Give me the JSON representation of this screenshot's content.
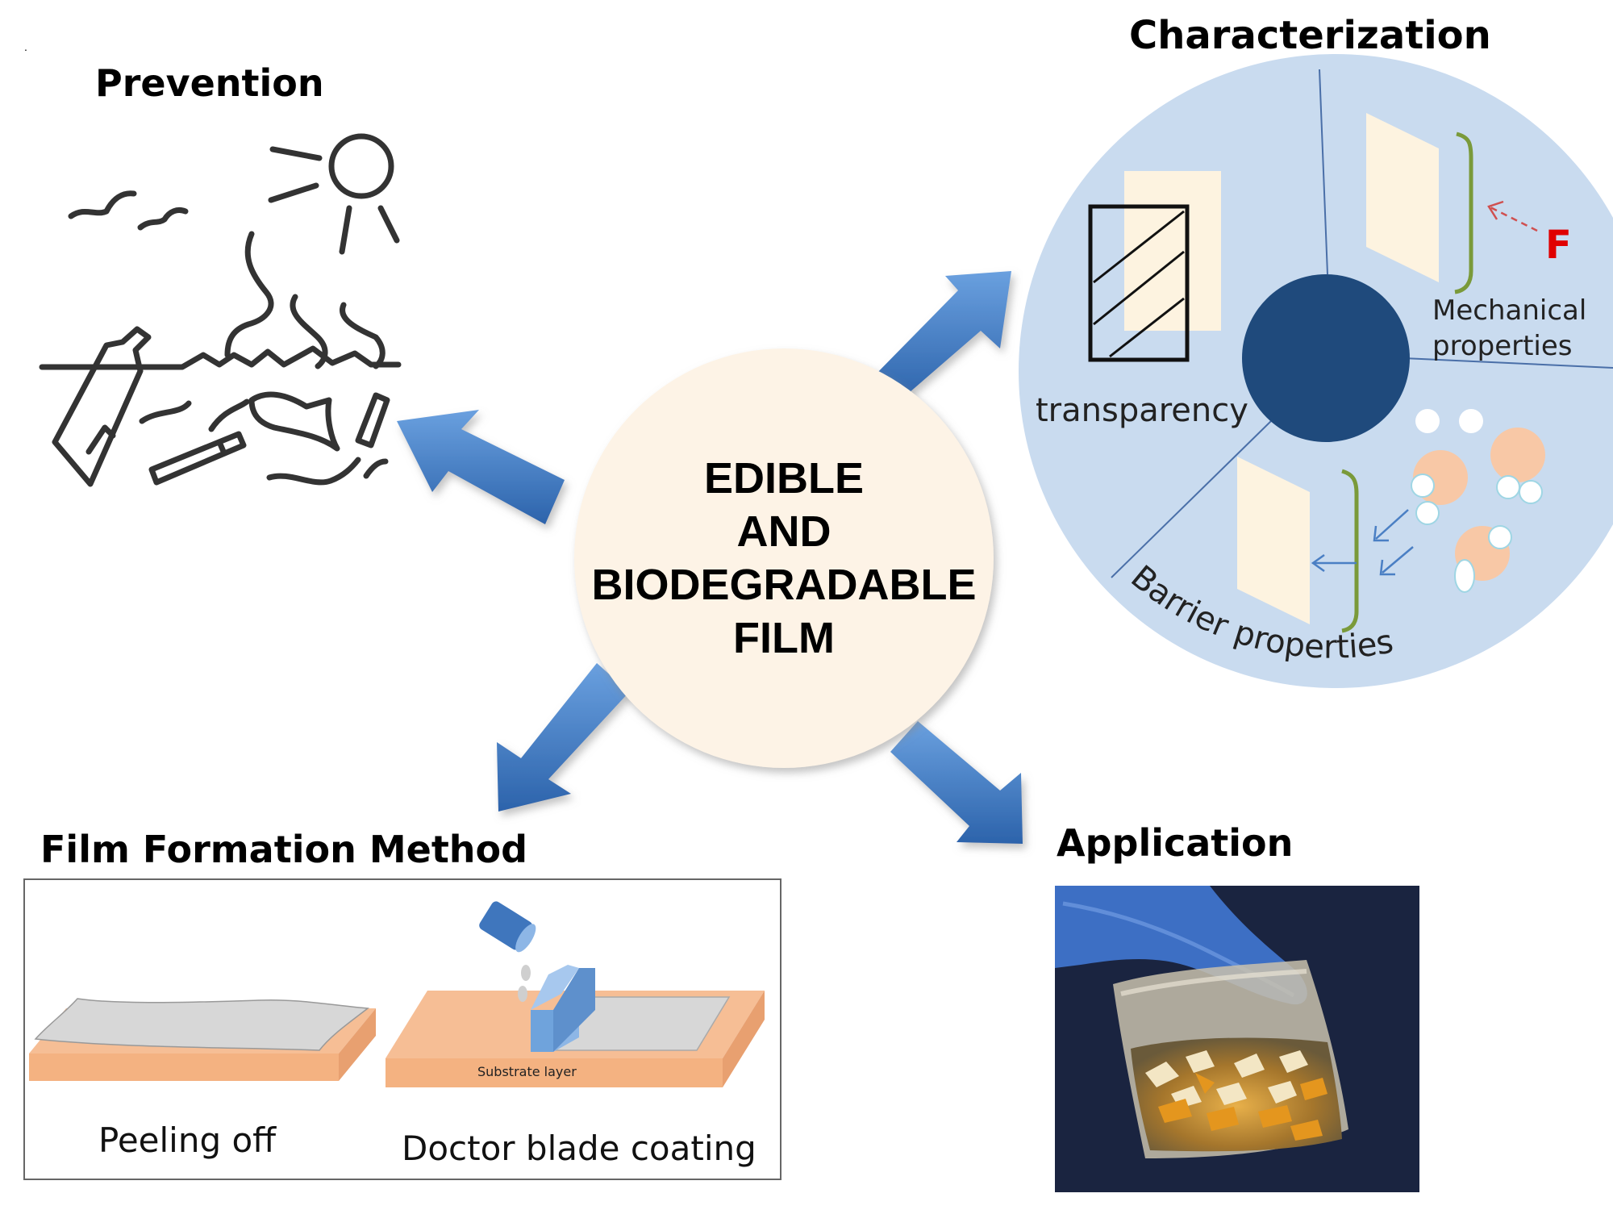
{
  "center": {
    "line1": "EDIBLE",
    "line2": "AND",
    "line3": "BIODEGRADABLE",
    "line4": "FILM"
  },
  "prevention": {
    "title": "Prevention"
  },
  "characterization": {
    "title": "Characterization",
    "transparency": "transparency",
    "mechanical_line1": "Mechanical",
    "mechanical_line2": "properties",
    "force_label": "F",
    "barrier": "Barrier properties"
  },
  "film_formation": {
    "title": "Film Formation Method",
    "peeling": "Peeling off",
    "doctor": "Doctor blade coating",
    "substrate": "Substrate layer"
  },
  "application": {
    "title": "Application"
  },
  "colors": {
    "circle_bg": "#c9dbef",
    "center_dark": "#1f4a7c",
    "center_cream": "#fdf3e6",
    "arrow_blue": "#3d7cc4",
    "force_red": "#e00000",
    "bracket_green": "#7a9a3a",
    "substrate_orange": "#f6be95",
    "film_gray": "#d7d7d7",
    "blade_blue": "#6fa3dc"
  },
  "misc": {
    "dot": "."
  }
}
